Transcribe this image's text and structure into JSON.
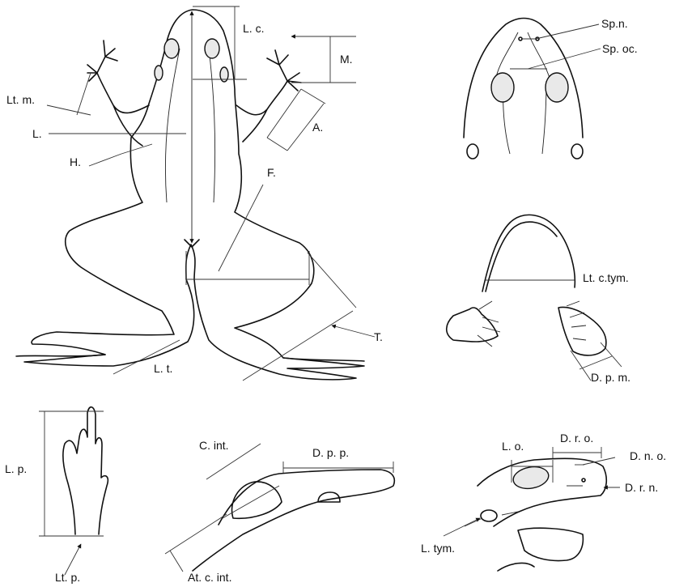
{
  "labels": {
    "lc": "L. c.",
    "m": "M.",
    "ltm": "Lt. m.",
    "l": "L.",
    "h": "H.",
    "a": "A.",
    "f": "F.",
    "lt": "L. t.",
    "t": "T.",
    "spn": "Sp.n.",
    "spoc": "Sp. oc.",
    "ltctym": "Lt. c.tym.",
    "dpm": "D. p. m.",
    "lp": "L. p.",
    "ltp": "Lt. p.",
    "cint": "C. int.",
    "dpp": "D. p. p.",
    "atcint": "At. c. int.",
    "lo": "L. o.",
    "dro": "D. r. o.",
    "dno": "D. n. o.",
    "drn": "D. r. n.",
    "ltym": "L. tym."
  }
}
